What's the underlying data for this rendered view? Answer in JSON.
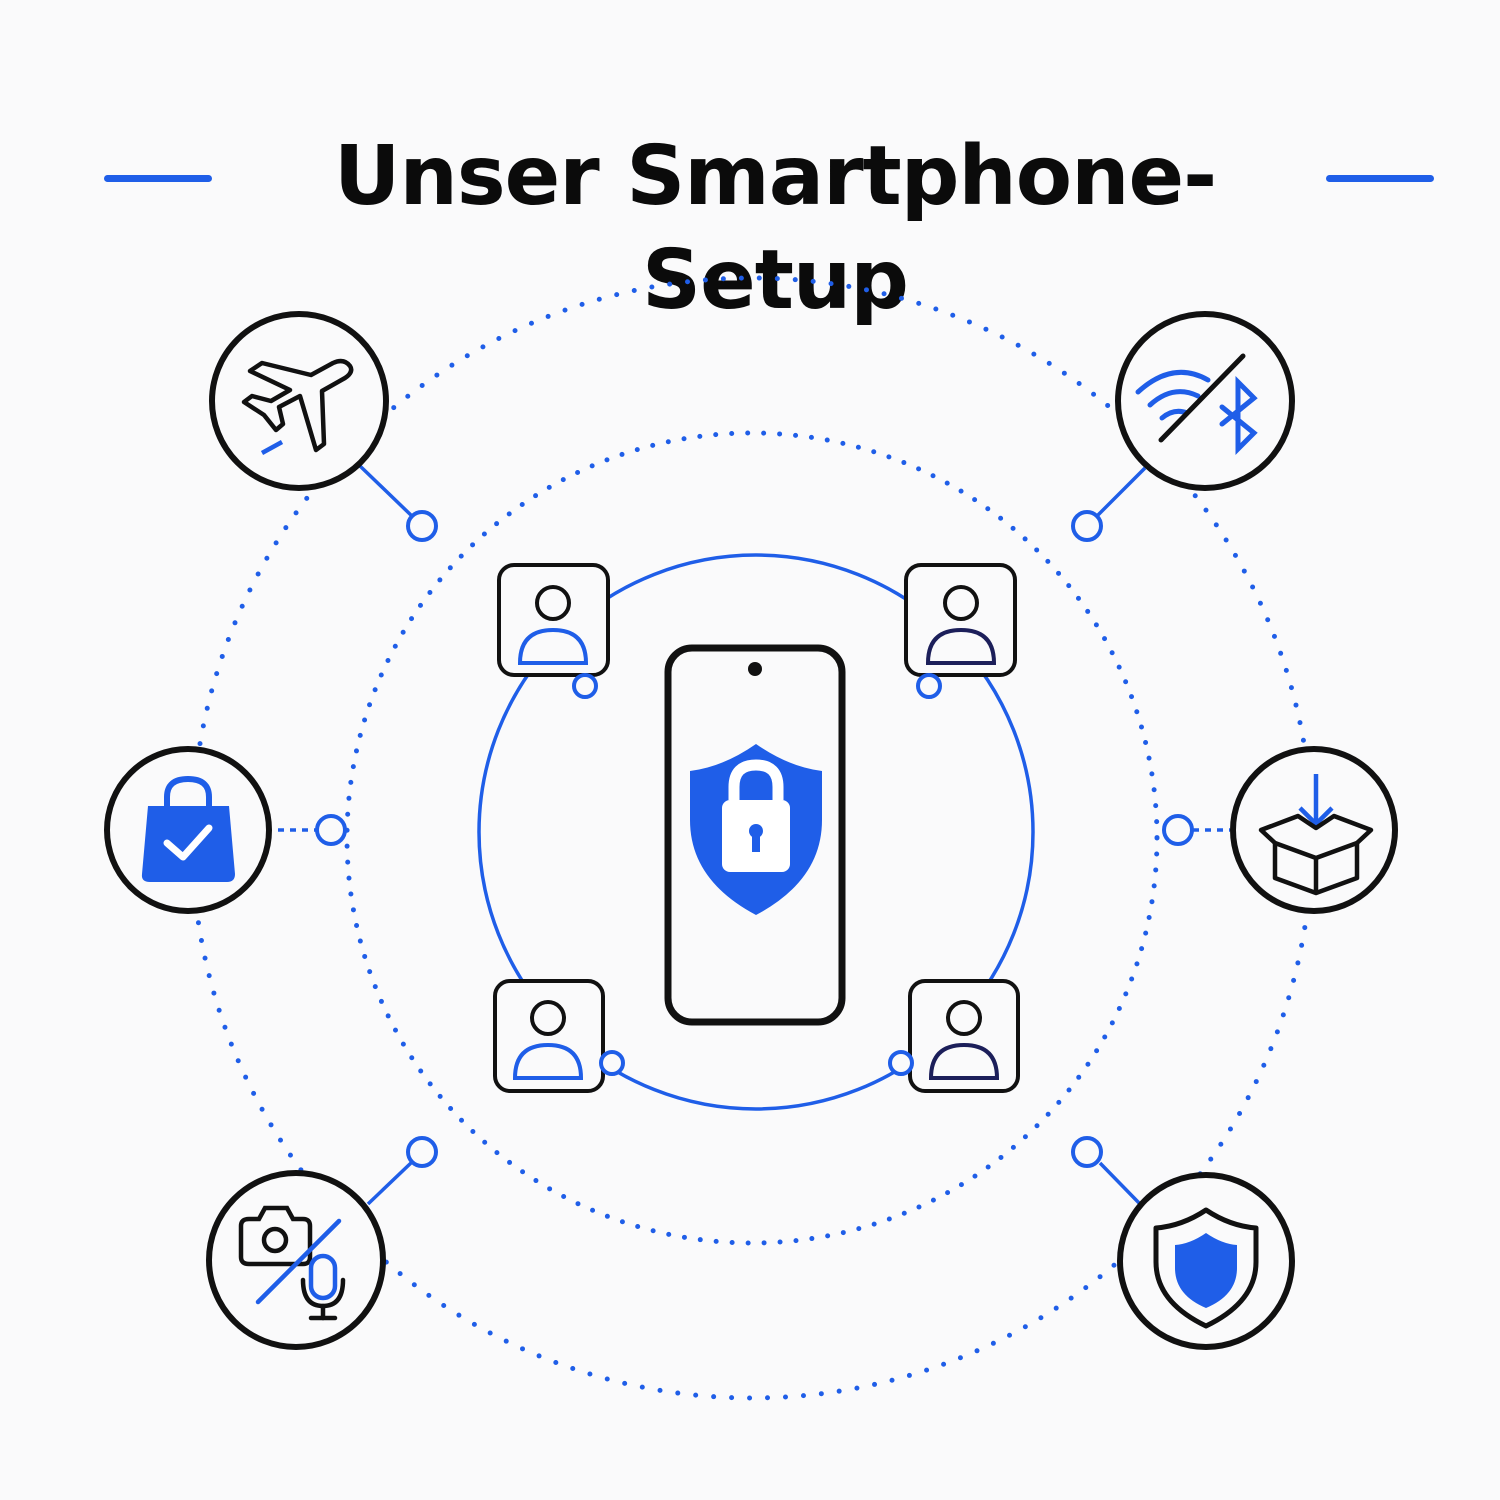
{
  "title": "Unser Smartphone-Setup",
  "colors": {
    "accent": "#1f5ee8",
    "ink": "#111111",
    "navy": "#1c1f5a",
    "background": "#fafafb"
  },
  "center": {
    "device": "smartphone",
    "icon": "shield-lock-icon"
  },
  "users": [
    {
      "icon": "user-icon",
      "tone": "blue"
    },
    {
      "icon": "user-icon",
      "tone": "navy"
    },
    {
      "icon": "user-icon",
      "tone": "blue"
    },
    {
      "icon": "user-icon",
      "tone": "navy"
    }
  ],
  "settings": [
    {
      "icon": "airplane-mode-icon"
    },
    {
      "icon": "wifi-bluetooth-off-icon"
    },
    {
      "icon": "shopping-bag-check-icon"
    },
    {
      "icon": "app-download-icon"
    },
    {
      "icon": "camera-microphone-off-icon"
    },
    {
      "icon": "shield-icon"
    }
  ]
}
